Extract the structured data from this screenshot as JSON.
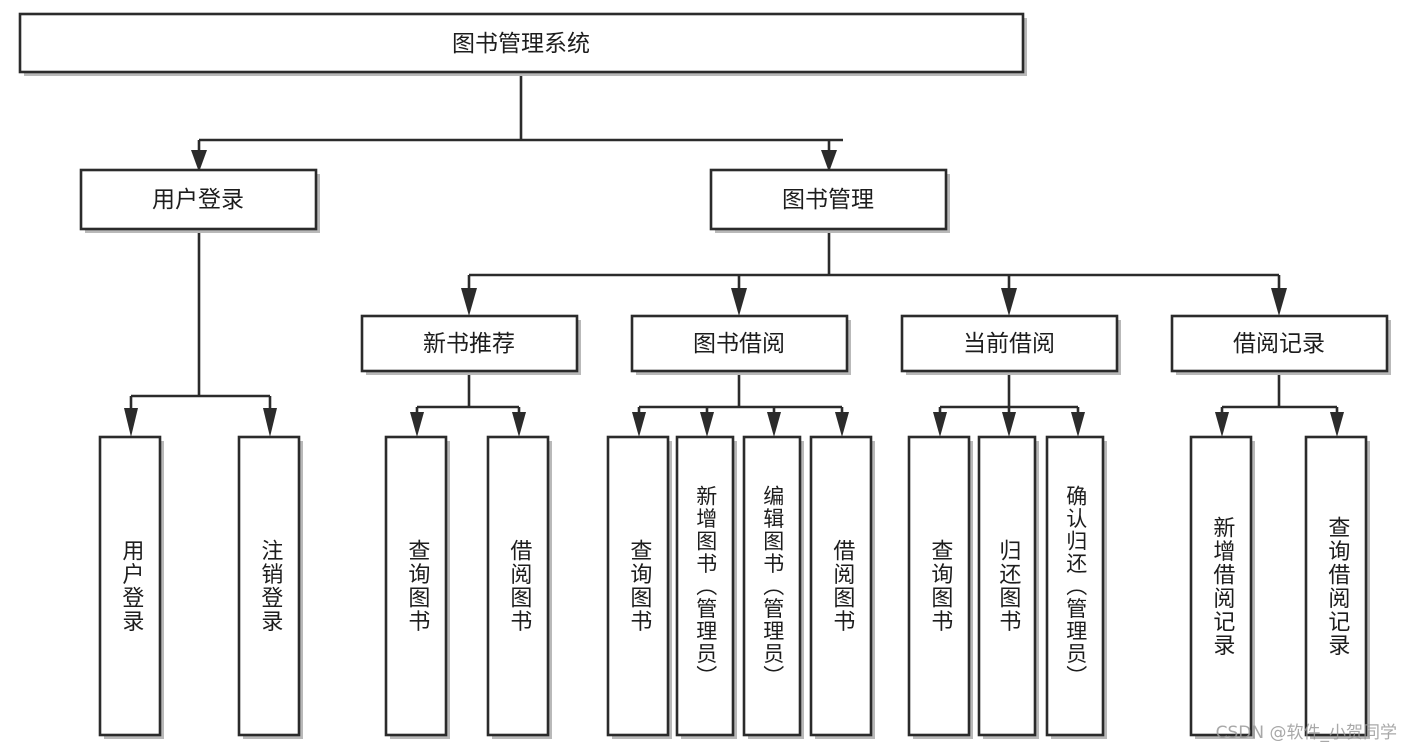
{
  "diagram": {
    "type": "tree-hierarchy",
    "title": "图书管理系统",
    "orientation": "top-down",
    "watermark": "CSDN @软件_小贺同学",
    "colors": {
      "box_fill": "#ffffff",
      "box_stroke": "#2b2b2b",
      "text": "#1d1d1d",
      "watermark": "#9a9a9a",
      "background": "#ffffff"
    },
    "levels": {
      "root": {
        "label": "图书管理系统"
      },
      "level2": [
        {
          "id": "user-login",
          "label": "用户登录"
        },
        {
          "id": "book-manage",
          "label": "图书管理"
        }
      ],
      "level3": [
        {
          "id": "new-book-rec",
          "label": "新书推荐",
          "parent": "book-manage"
        },
        {
          "id": "book-borrow",
          "label": "图书借阅",
          "parent": "book-manage"
        },
        {
          "id": "current-borrow",
          "label": "当前借阅",
          "parent": "book-manage"
        },
        {
          "id": "borrow-record",
          "label": "借阅记录",
          "parent": "book-manage"
        }
      ],
      "leaves": [
        {
          "id": "leaf-user-login",
          "label": "用户登录",
          "parent": "user-login"
        },
        {
          "id": "leaf-logout",
          "label": "注销登录",
          "parent": "user-login"
        },
        {
          "id": "leaf-query-book-1",
          "label": "查询图书",
          "parent": "new-book-rec"
        },
        {
          "id": "leaf-borrow-book-1",
          "label": "借阅图书",
          "parent": "new-book-rec"
        },
        {
          "id": "leaf-query-book-2",
          "label": "查询图书",
          "parent": "book-borrow"
        },
        {
          "id": "leaf-add-book",
          "label": "新增图书（管理员）",
          "parent": "book-borrow"
        },
        {
          "id": "leaf-edit-book",
          "label": "编辑图书（管理员）",
          "parent": "book-borrow"
        },
        {
          "id": "leaf-borrow-book-2",
          "label": "借阅图书",
          "parent": "book-borrow"
        },
        {
          "id": "leaf-query-book-3",
          "label": "查询图书",
          "parent": "current-borrow"
        },
        {
          "id": "leaf-return-book",
          "label": "归还图书",
          "parent": "current-borrow"
        },
        {
          "id": "leaf-confirm-return",
          "label": "确认归还（管理员）",
          "parent": "current-borrow"
        },
        {
          "id": "leaf-add-record",
          "label": "新增借阅记录",
          "parent": "borrow-record"
        },
        {
          "id": "leaf-query-record",
          "label": "查询借阅记录",
          "parent": "borrow-record"
        }
      ]
    }
  }
}
